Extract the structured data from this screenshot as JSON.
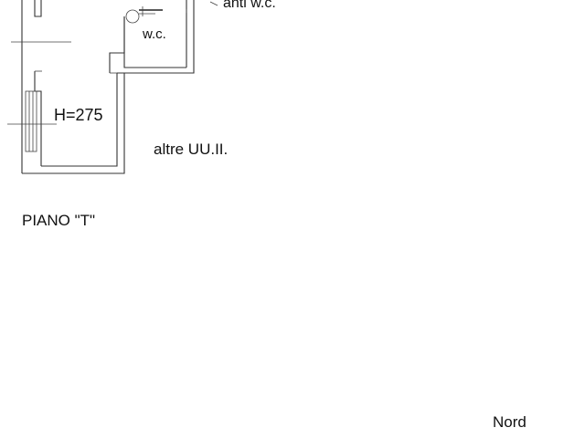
{
  "labels": {
    "anti_wc": "anti w.c.",
    "wc": "w.c.",
    "height": "H=275",
    "other_units": "altre UU.II.",
    "floor": "PIANO \"T\"",
    "north": "Nord"
  }
}
